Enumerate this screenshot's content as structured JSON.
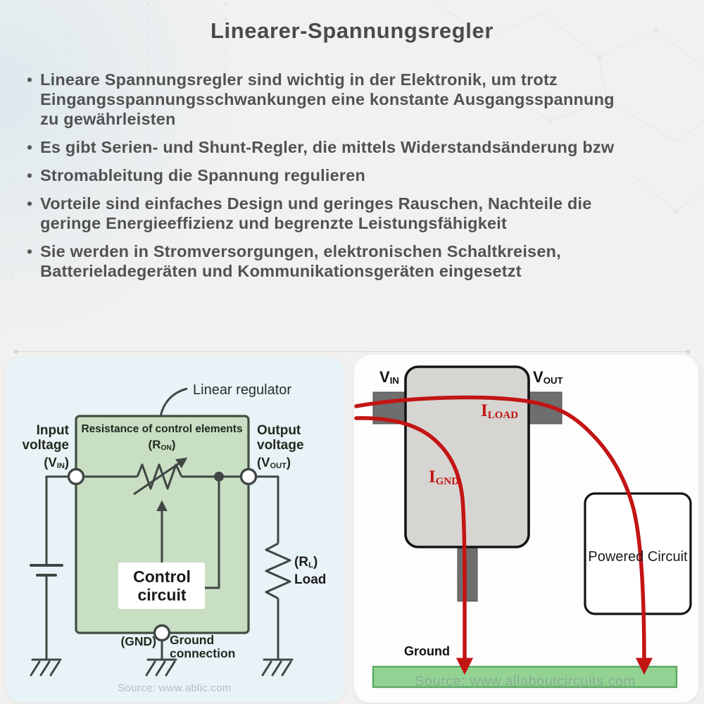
{
  "header": {
    "title": "Linearer-Spannungsregler"
  },
  "bullet_marker": "•",
  "bullets": [
    "Lineare Spannungsregler sind wichtig in der Elektronik, um trotz\nEingangsspannungsschwankungen eine konstante Ausgangsspannung\nzu gewährleisten",
    "Es gibt Serien- und Shunt-Regler, die mittels Widerstandsänderung bzw",
    "Stromableitung die Spannung regulieren",
    "Vorteile sind einfaches Design und geringes Rauschen, Nachteile die\ngeringe Energieeffizienz und begrenzte Leistungsfähigkeit",
    "Sie werden in Stromversorgungen, elektronischen Schaltkreisen,\nBatterieladegeräten und Kommunikationsgeräten eingesetzt"
  ],
  "left_diagram": {
    "pointer_label": "Linear regulator",
    "input_label": "Input\nvoltage",
    "vin": {
      "pre": "(V",
      "sub": "IN",
      "post": ")"
    },
    "box_title": "Resistance of control elements",
    "ron": {
      "pre": "(R",
      "sub": "ON",
      "post": ")"
    },
    "control_box": "Control\ncircuit",
    "output_label": "Output\nvoltage",
    "vout": {
      "pre": "(V",
      "sub": "OUT",
      "post": ")"
    },
    "rl": {
      "pre": "(R",
      "sub": "L",
      "post": ")"
    },
    "load_label": "Load",
    "gnd_label": "(GND)",
    "ground_connection_label": "Ground\nconnection",
    "source": "Source: www.ablic.com"
  },
  "right_diagram": {
    "vin": {
      "pre": "V",
      "sub": "IN"
    },
    "vout": {
      "pre": "V",
      "sub": "OUT"
    },
    "iload": {
      "pre": "I",
      "sub": "LOAD"
    },
    "ignd": {
      "pre": "I",
      "sub": "GND"
    },
    "powered_circuit_label": "Powered Circuit",
    "ground_label": "Ground",
    "source": "Source: www.allaboutcircuits.com"
  },
  "colors": {
    "accent_red": "#c31414",
    "regulator_green": "#c9dfc3",
    "regulator_border": "#434d42",
    "panel_left_bg": "#e8f3f7",
    "panel_right_bg": "#fdfdfd",
    "package_gray": "#d6d5d1",
    "pin_gray": "#6e6e6e",
    "ground_bar_green": "#92d394",
    "ground_bar_border": "#5aa75f",
    "wire": "#3f4643",
    "text_dark": "#4a4a4a"
  }
}
